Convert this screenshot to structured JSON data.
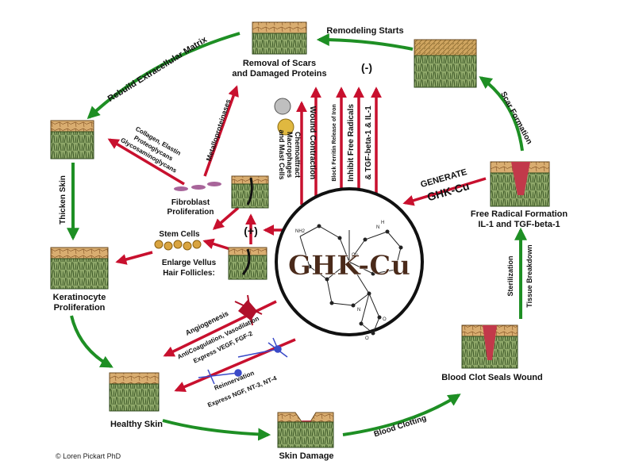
{
  "center": {
    "title": "GHK-Cu",
    "atom_labels": [
      "NH2",
      "N",
      "Cu",
      "O",
      "O",
      "N",
      "H"
    ]
  },
  "cycle": {
    "healthy_skin": "Healthy Skin",
    "skin_damage": "Skin Damage",
    "blood_clotting": "Blood Clotting",
    "blood_clot": "Blood Clot Seals Wound",
    "sterilization": "Sterilization",
    "tissue_breakdown": "Tissue Breakdown",
    "free_radical_1": "Free Radical Formation",
    "free_radical_2": "IL-1 and TGF-beta-1",
    "scar_formation": "Scar Formation",
    "remodeling": "Remodeling Starts",
    "removal_1": "Removal of Scars",
    "removal_2": "and Damaged Proteins",
    "rebuild": "Rebuild Extracellular Matrix",
    "thicken": "Thicken Skin",
    "keratinocyte_1": "Keratinocyte",
    "keratinocyte_2": "Proliferation"
  },
  "actions": {
    "generate_1": "GENERATE",
    "generate_2": "GHK-Cu",
    "minus": "(-)",
    "plus": "(+)",
    "block_iron": "Block Ferritin Release of Iron",
    "inhibit_radicals": "Inhibit Free Radicals",
    "tgf_il": "& TGF-beta-1 & IL-1",
    "wound_contraction": "Wound Contraction",
    "chemo_1": "Chemoattract",
    "chemo_2": "Macrophages",
    "chemo_3": "and Mast Cells",
    "metallo": "Metalloproteinases",
    "collagen_1": "Collagen, Elastin",
    "collagen_2": "Proteoglycans",
    "collagen_3": "Glycosaminoglycans",
    "fibroblast_1": "Fibroblast",
    "fibroblast_2": "Proliferation",
    "stem_cells": "Stem Cells",
    "vellus_1": "Enlarge Vellus",
    "vellus_2": "Hair Follicles:",
    "angiogenesis": "Angiogenesis",
    "anticoag_1": "AntiCoagulation, Vasodilation",
    "anticoag_2": "Express VEGF, FGF-2",
    "reinnervation": "Reinnervation",
    "express_ngf": "Express NGF, NT-3, NT-4"
  },
  "credit": "© Loren Pickart PhD",
  "colors": {
    "green_arrow": "#1e8f24",
    "red_arrow": "#c8102e",
    "skin_tan": "#d7a96b",
    "skin_green": "#6c8a46",
    "wound_red": "#c2394a"
  }
}
